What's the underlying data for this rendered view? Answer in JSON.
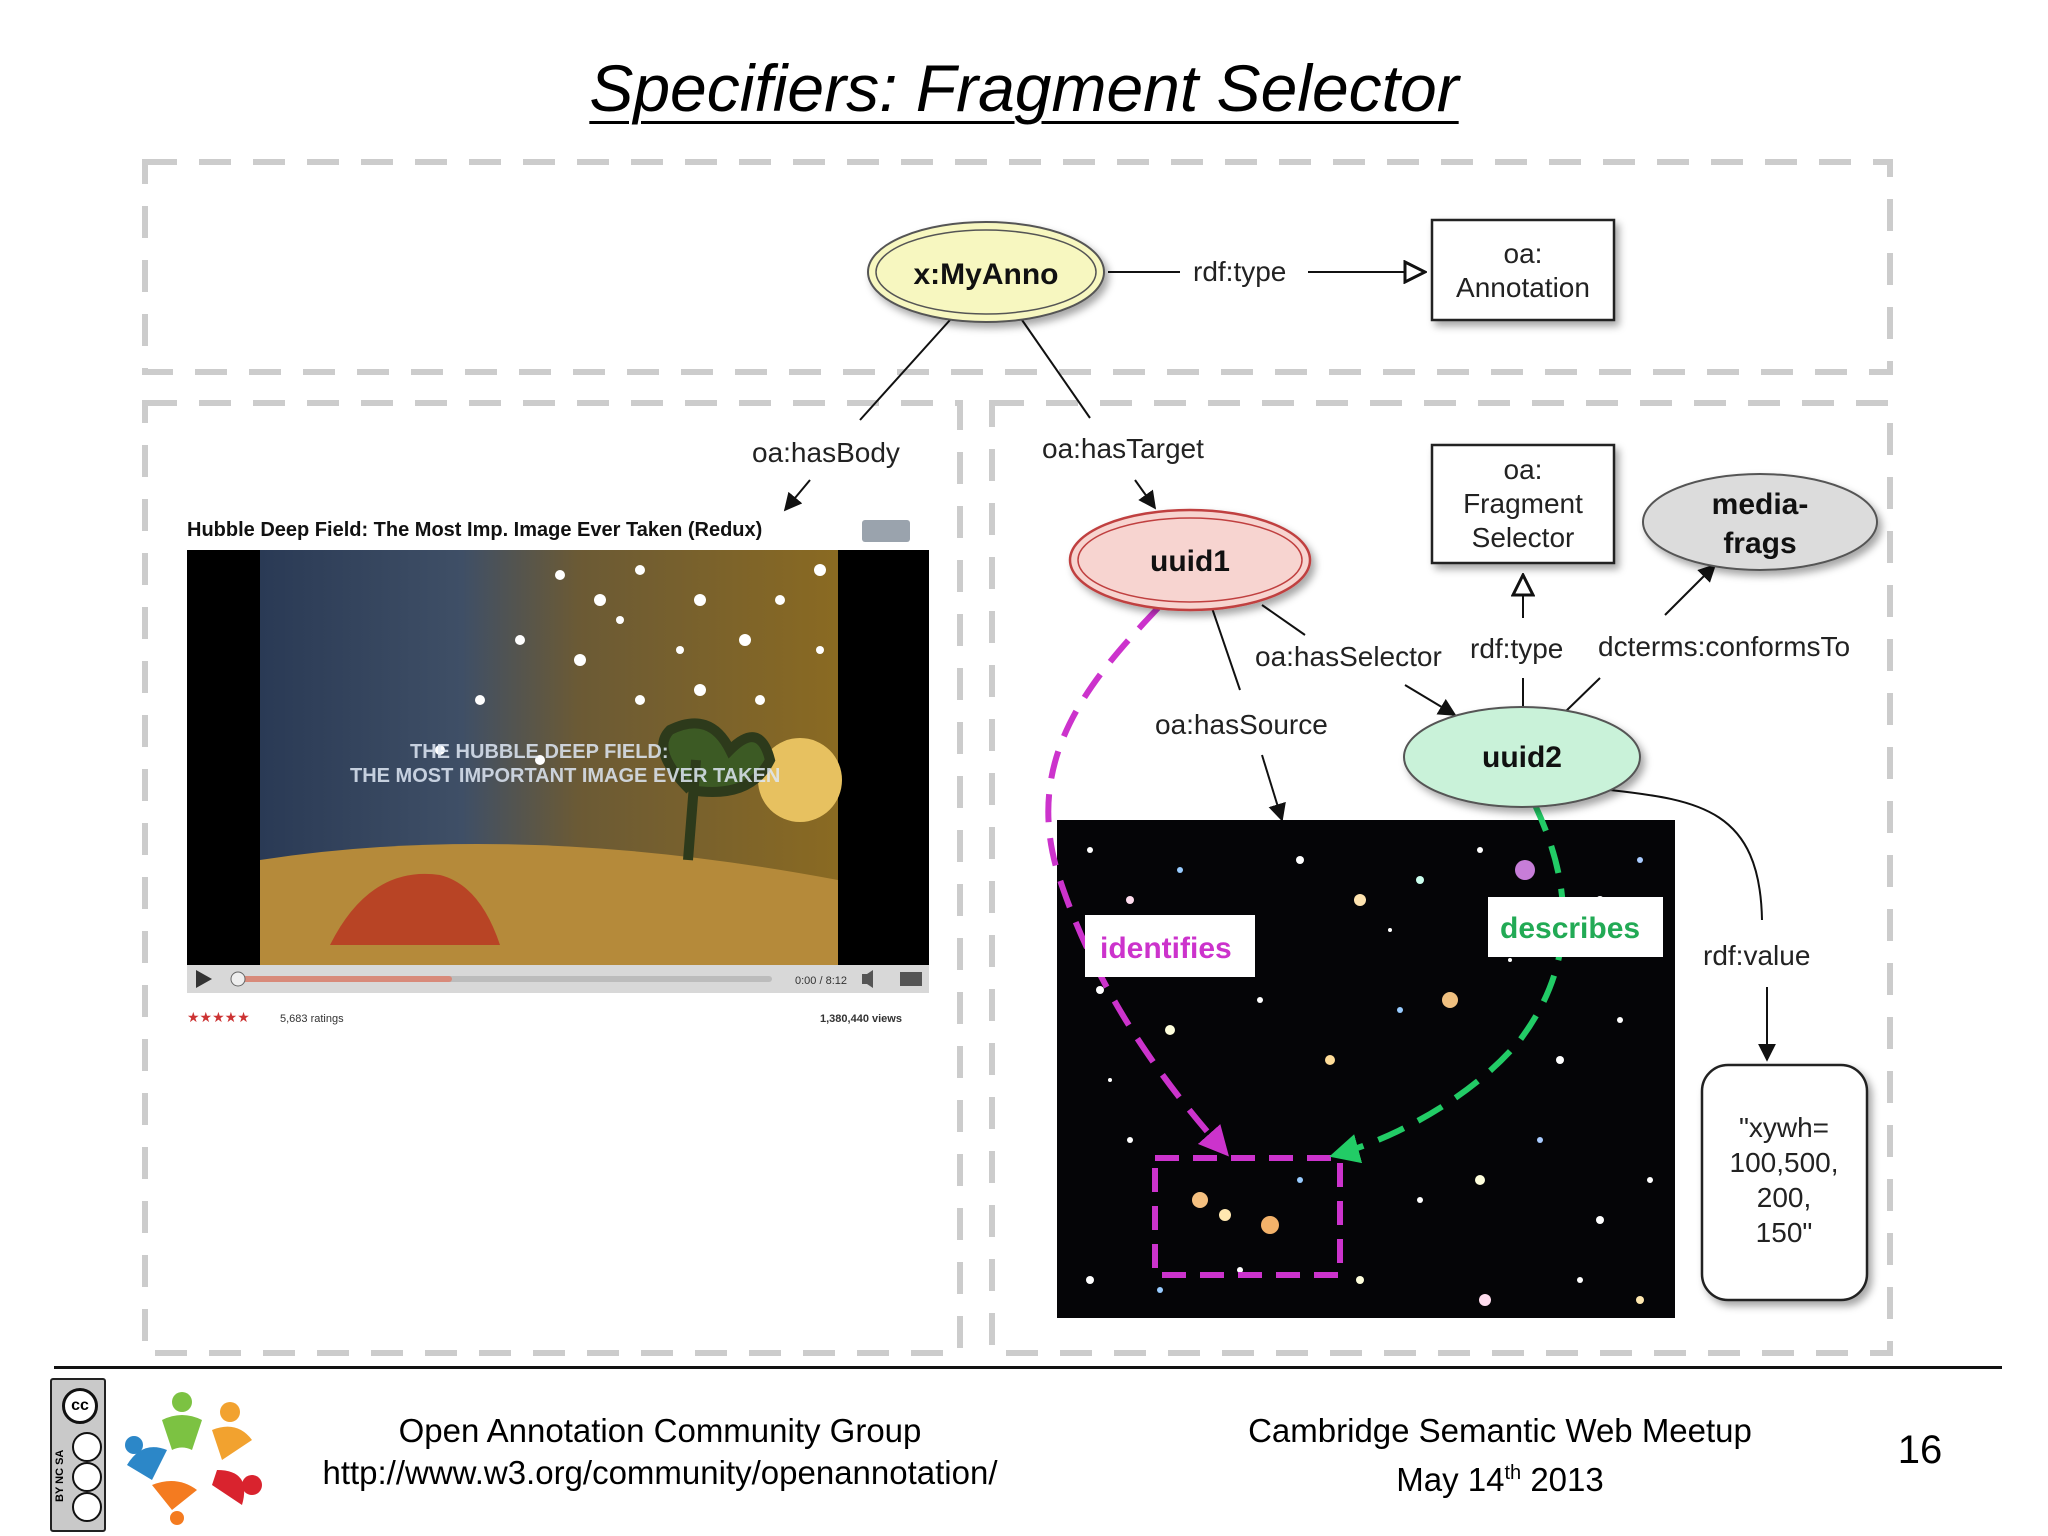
{
  "slide": {
    "title": "Specifiers: Fragment Selector"
  },
  "nodes": {
    "my_anno": "x:MyAnno",
    "annotation_box": [
      "oa:",
      "Annotation"
    ],
    "uuid1": "uuid1",
    "uuid2": "uuid2",
    "fragment_selector_box": [
      "oa:",
      "Fragment",
      "Selector"
    ],
    "media_frags": [
      "media-",
      "frags"
    ],
    "value_box": [
      "\"xywh=",
      "100,500,",
      "200,",
      "150\""
    ]
  },
  "edges": {
    "rdf_type_top": "rdf:type",
    "has_body": "oa:hasBody",
    "has_target": "oa:hasTarget",
    "has_selector": "oa:hasSelector",
    "rdf_type_selector": "rdf:type",
    "conforms_to": "dcterms:conformsTo",
    "has_source": "oa:hasSource",
    "rdf_value": "rdf:value",
    "identifies": "identifies",
    "describes": "describes"
  },
  "video": {
    "title": "Hubble Deep Field: The Most Imp. Image Ever Taken (Redux)",
    "overlay_line1": "THE HUBBLE DEEP FIELD:",
    "overlay_line2": "THE MOST IMPORTANT IMAGE EVER TAKEN",
    "time": "0:00 / 8:12",
    "ratings": "5,683 ratings",
    "views": "1,380,440 views",
    "stars": "★★★★★"
  },
  "footer": {
    "group_name": "Open Annotation Community Group",
    "group_url": "http://www.w3.org/community/openannotation/",
    "event_name": "Cambridge Semantic Web Meetup",
    "date_prefix": "May 14",
    "date_sup": "th",
    "date_suffix": " 2013",
    "page_number": "16"
  },
  "license": {
    "cc": "cc",
    "terms": "BY NC SA"
  },
  "colors": {
    "my_anno_fill": "#f7f7c0",
    "uuid1_fill": "#f7d4d0",
    "uuid1_stroke": "#c04040",
    "uuid2_fill": "#c9f2d9",
    "media_frags_fill": "#dcdcdc",
    "identifies": "#cc33cc",
    "describes": "#22cc66",
    "dashed_border": "#cccccc"
  }
}
